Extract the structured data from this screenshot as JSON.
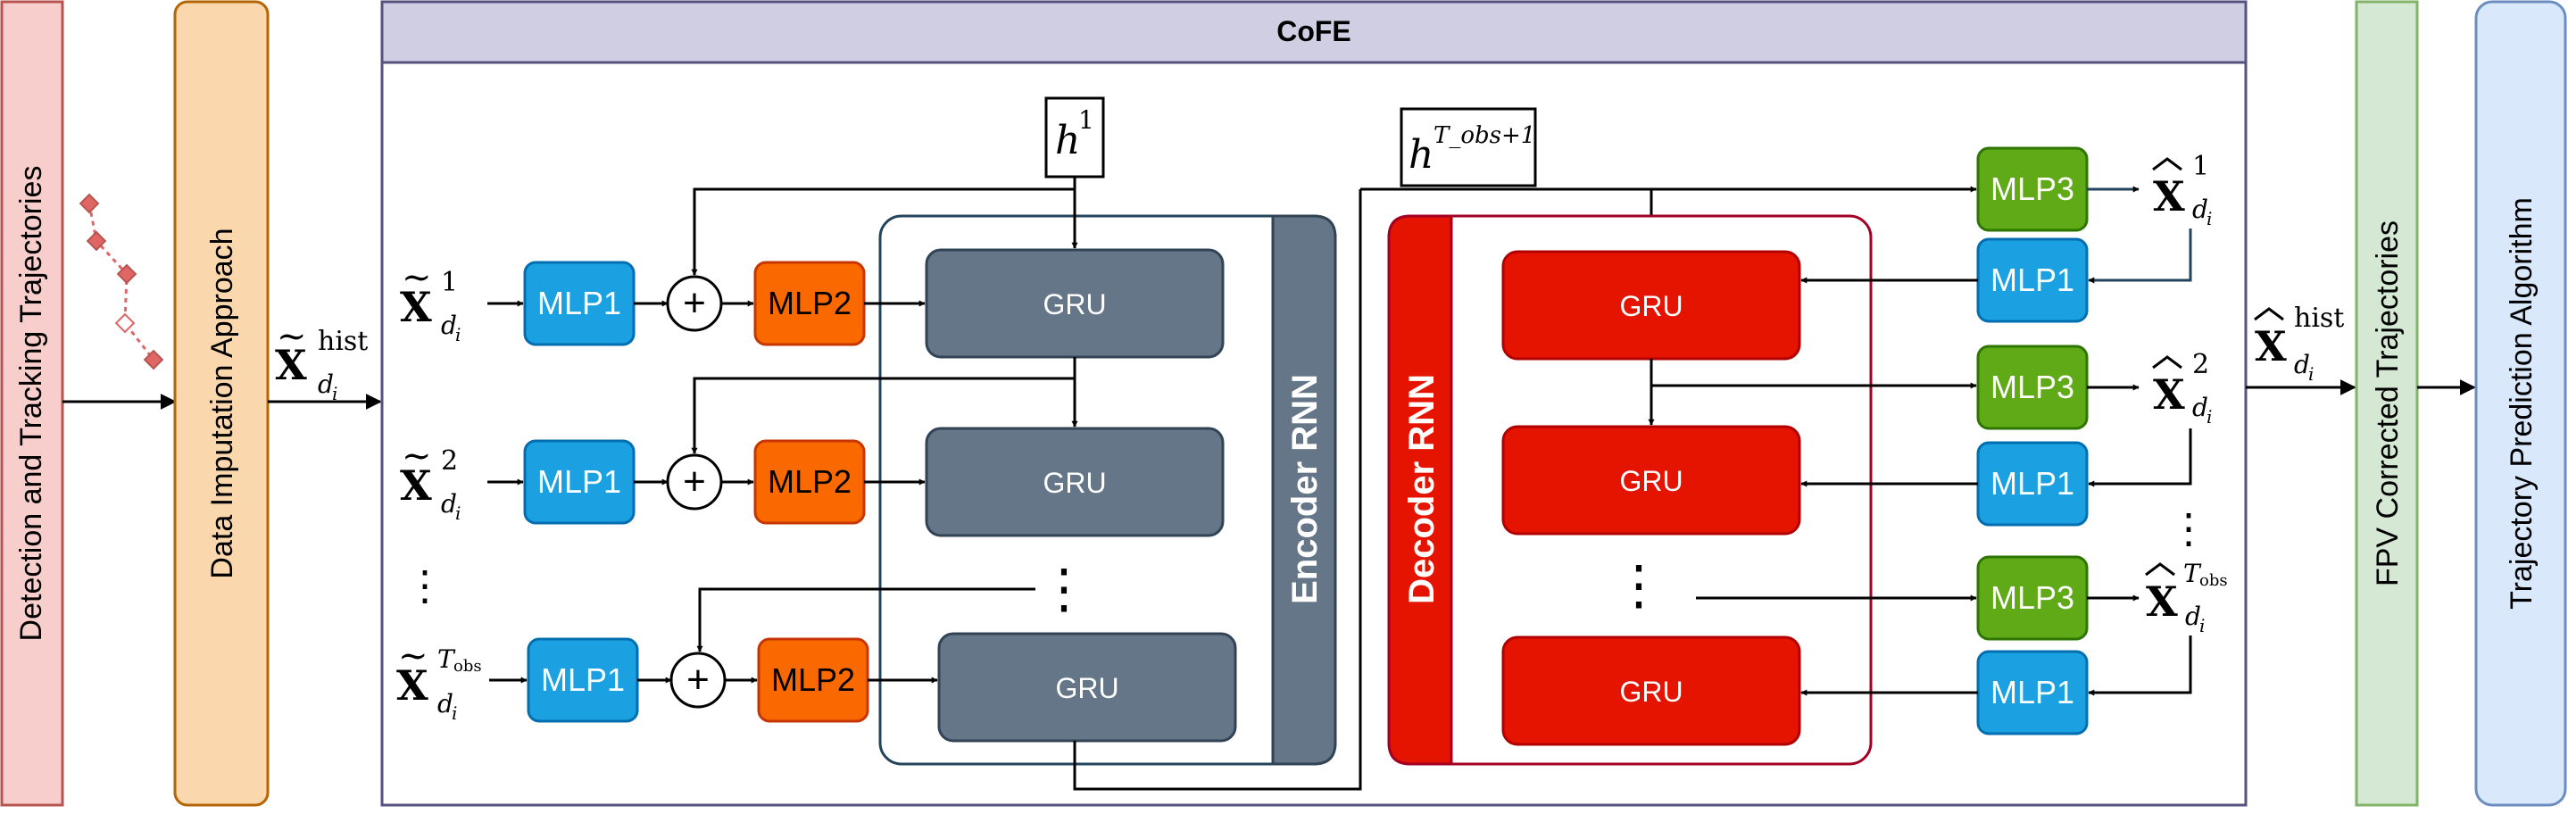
{
  "stages": {
    "detection": "Detection and Tracking Trajectories",
    "imputation": "Data Imputation Approach",
    "corrected": "FPV Corrected Trajectories",
    "prediction": "Trajectory Prediction Algorithm"
  },
  "cofe": {
    "title": "CoFE",
    "encoder_label": "Encoder RNN",
    "decoder_label": "Decoder RNN",
    "gru": "GRU",
    "mlp1": "MLP1",
    "mlp2": "MLP2",
    "mlp3": "MLP3",
    "plus": "+",
    "h_first": "h",
    "h_first_sup": "1",
    "h_enc": "h",
    "h_enc_sup": "T_obs+1",
    "ellipsis": "⋮"
  },
  "math": {
    "X": "X",
    "sub": "d",
    "sub_i": "i",
    "sup_hist": "hist",
    "sup_1": "1",
    "sup_2": "2",
    "sup_T": "T",
    "sup_obs": "obs"
  },
  "colors": {
    "detection": "#f8cecc",
    "imputation": "#fad7ac",
    "cofe_header": "#d0cee2",
    "mlp1": "#1ba1e2",
    "mlp2": "#fa6800",
    "mlp3": "#60a917",
    "gru_encoder": "#647687",
    "gru_decoder": "#e51400",
    "corrected": "#d5e8d4",
    "prediction": "#dae8fc"
  }
}
